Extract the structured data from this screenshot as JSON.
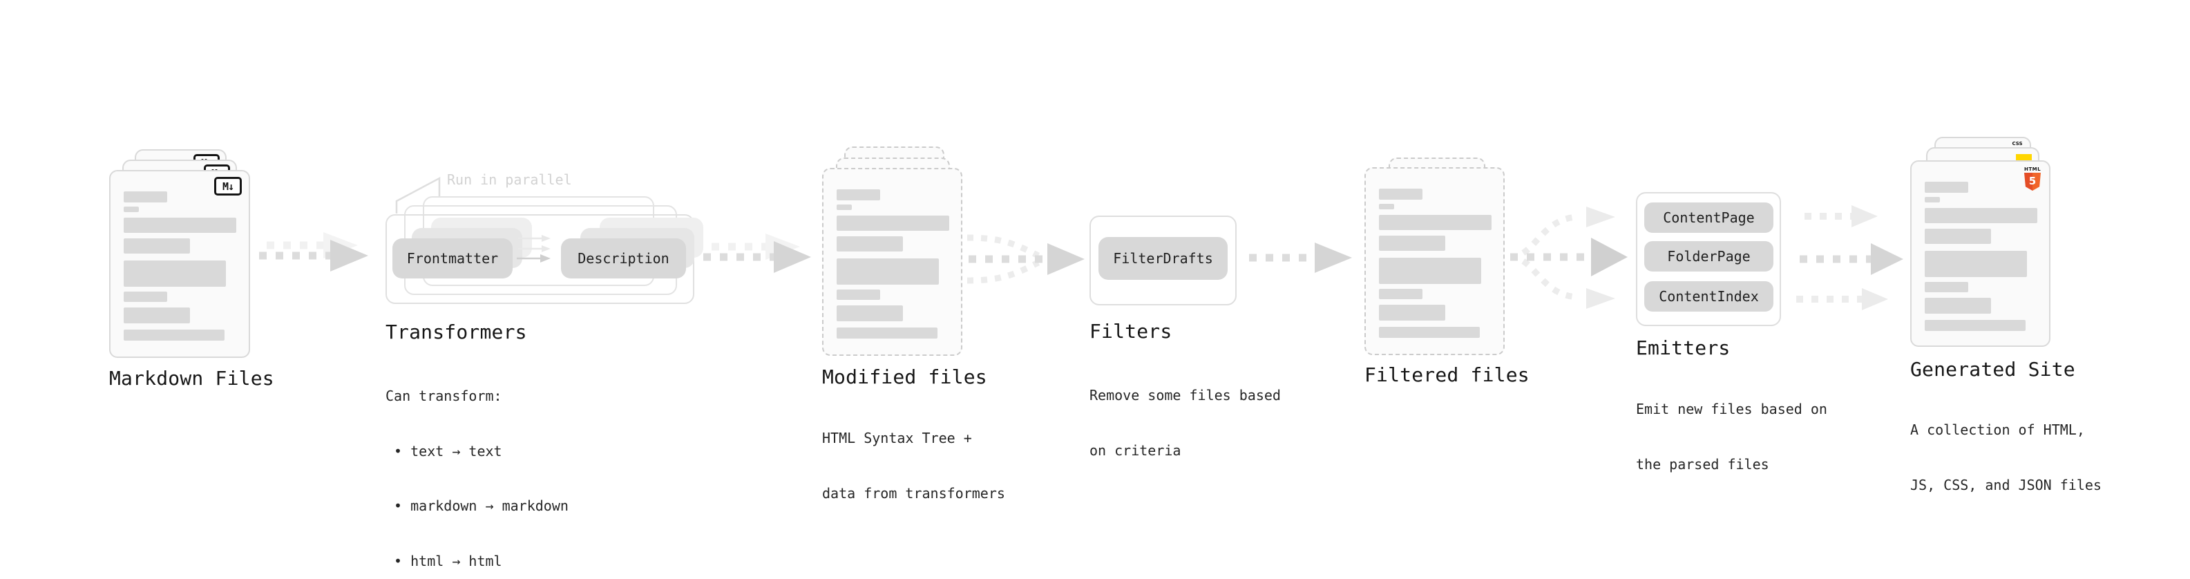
{
  "stages": {
    "markdown_files": {
      "title": "Markdown Files",
      "badge": "M↓"
    },
    "transformers": {
      "title": "Transformers",
      "annotation": "Run in parallel",
      "pills": [
        "Frontmatter",
        "Description"
      ],
      "description": [
        "Can transform:",
        " • text → text",
        " • markdown → markdown",
        " • html → html"
      ]
    },
    "modified_files": {
      "title": "Modified files",
      "description": [
        "HTML Syntax Tree +",
        "data from transformers"
      ]
    },
    "filters": {
      "title": "Filters",
      "pills": [
        "FilterDrafts"
      ],
      "description": [
        "Remove some files based",
        "on criteria"
      ]
    },
    "filtered_files": {
      "title": "Filtered files"
    },
    "emitters": {
      "title": "Emitters",
      "pills": [
        "ContentPage",
        "FolderPage",
        "ContentIndex"
      ],
      "description": [
        "Emit new files based on",
        "the parsed files"
      ]
    },
    "generated_site": {
      "title": "Generated Site",
      "description": [
        "A collection of HTML,",
        "JS, CSS, and JSON files"
      ],
      "badges": {
        "css": "CSS",
        "html": "HTML",
        "html_number": "5"
      }
    }
  },
  "colors": {
    "html5_orange": "#e44d26",
    "js_yellow": "#ffd600",
    "css_blue": "#2965f1",
    "pill_gray": "#d8d8d8",
    "skeleton_gray": "#d9d9d9"
  }
}
